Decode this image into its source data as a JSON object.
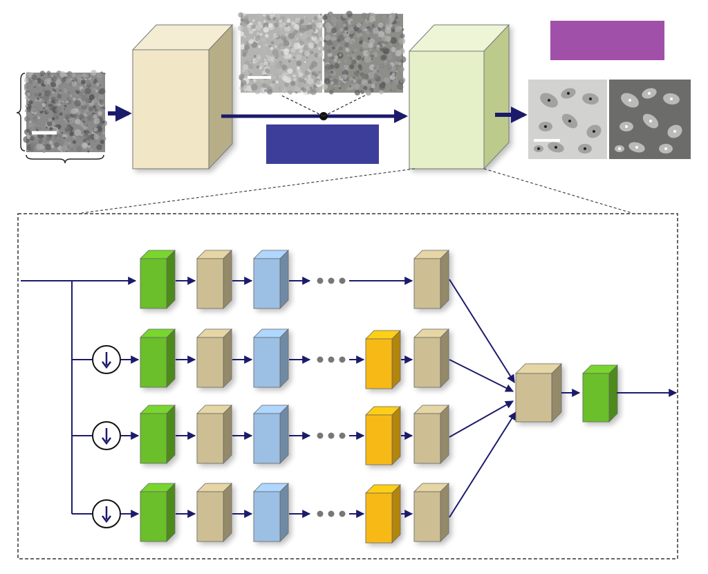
{
  "colors": {
    "arrow": "#1b1a6b",
    "outer_block": "#f1e6c6",
    "outer_block_right": "#e6f0c8",
    "green_block": "#6bbf2a",
    "tan_block": "#cdbf93",
    "blue_block": "#9cc0e4",
    "orange_block": "#f7b916",
    "indigo_label": "#3d3d9a",
    "purple_label": "#a050a8",
    "dashed": "#444444",
    "dot": "#777777"
  },
  "images": {
    "input_patch": "grayscale-texture-with-scale-bar",
    "intermediate_pair": "two-grayscale-cell-images",
    "output_pair": "two-cell-segmentation-images"
  },
  "branches": [
    {
      "downsample": false,
      "has_orange": false
    },
    {
      "downsample": true,
      "has_orange": true
    },
    {
      "downsample": true,
      "has_orange": true
    },
    {
      "downsample": true,
      "has_orange": true
    }
  ]
}
